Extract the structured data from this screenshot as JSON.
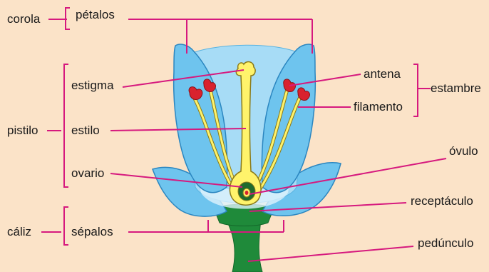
{
  "labels": {
    "corola": "corola",
    "petalos": "pétalos",
    "pistilo": "pistilo",
    "estigma": "estigma",
    "estilo": "estilo",
    "ovario": "ovario",
    "caliz": "cáliz",
    "sepalos": "sépalos",
    "antena": "antena",
    "estambre": "estambre",
    "filamento": "filamento",
    "ovulo": "óvulo",
    "receptaculo": "receptáculo",
    "pedunculo": "pedúnculo"
  },
  "colors": {
    "background": "#fbe3c8",
    "leader_lines": "#d6197e",
    "petal": "#6ec4ee",
    "petal_light": "#a7dcf6",
    "pistil": "#fff36b",
    "anther": "#d9222e",
    "stem": "#1f8a3a"
  }
}
